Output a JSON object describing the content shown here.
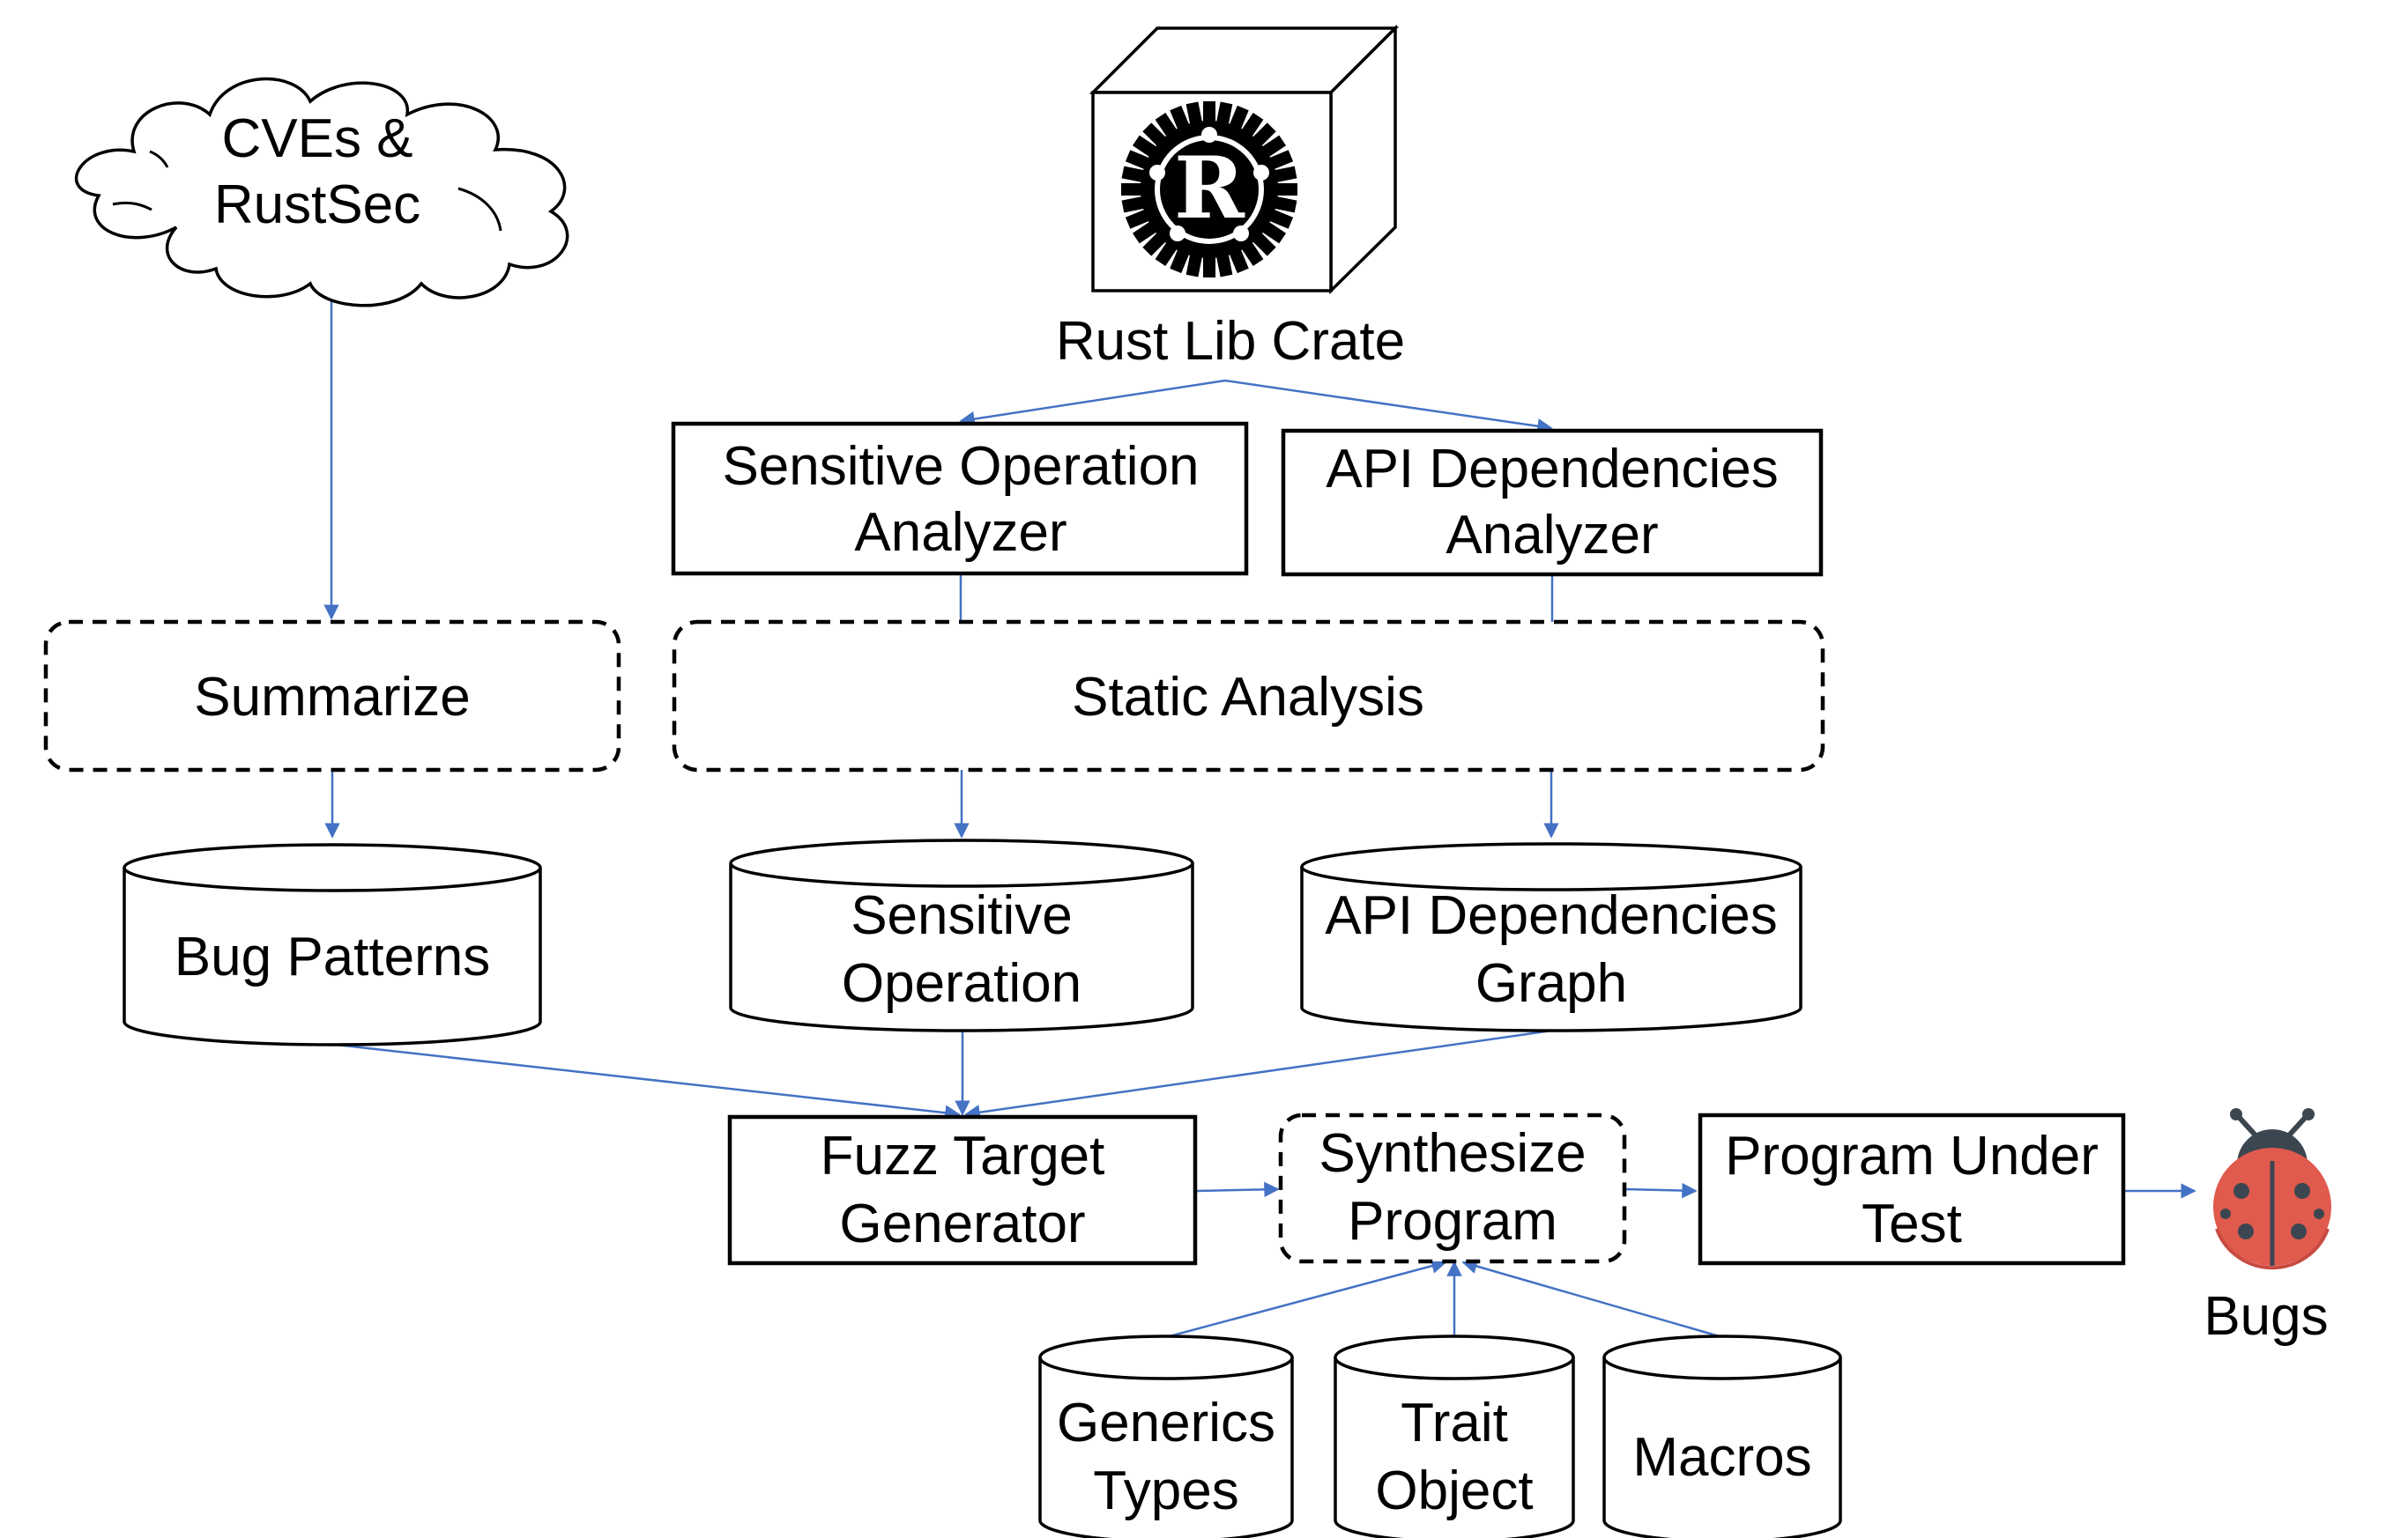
{
  "diagram": {
    "sources": {
      "cves": [
        "CVEs &",
        "RustSec"
      ],
      "crate": "Rust Lib Crate",
      "crate_logo_letter": "R"
    },
    "analyzers": {
      "sensitive": [
        "Sensitive Operation",
        "Analyzer"
      ],
      "api": [
        "API Dependencies",
        "Analyzer"
      ]
    },
    "stages": {
      "summarize": "Summarize",
      "static_analysis": "Static Analysis"
    },
    "stores": {
      "bug_patterns": "Bug Patterns",
      "sensitive_operation": [
        "Sensitive",
        "Operation"
      ],
      "api_graph": [
        "API Dependencies",
        "Graph"
      ]
    },
    "pipeline": {
      "generator": [
        "Fuzz Target",
        "Generator"
      ],
      "synthesize": [
        "Synthesize",
        "Program"
      ],
      "put": [
        "Program Under",
        "Test"
      ],
      "bugs": "Bugs"
    },
    "features": {
      "generics": [
        "Generics",
        "Types"
      ],
      "trait": [
        "Trait",
        "Object"
      ],
      "macros": "Macros"
    }
  },
  "colors": {
    "arrow": "#4472c4",
    "stroke": "#000000",
    "ladybug_body": "#e05a4e",
    "ladybug_head": "#3c4650"
  },
  "icons": {
    "cloud": "cloud-icon",
    "crate": "crate-box-icon",
    "rust_logo": "rust-logo-icon",
    "ladybug": "ladybug-icon"
  }
}
